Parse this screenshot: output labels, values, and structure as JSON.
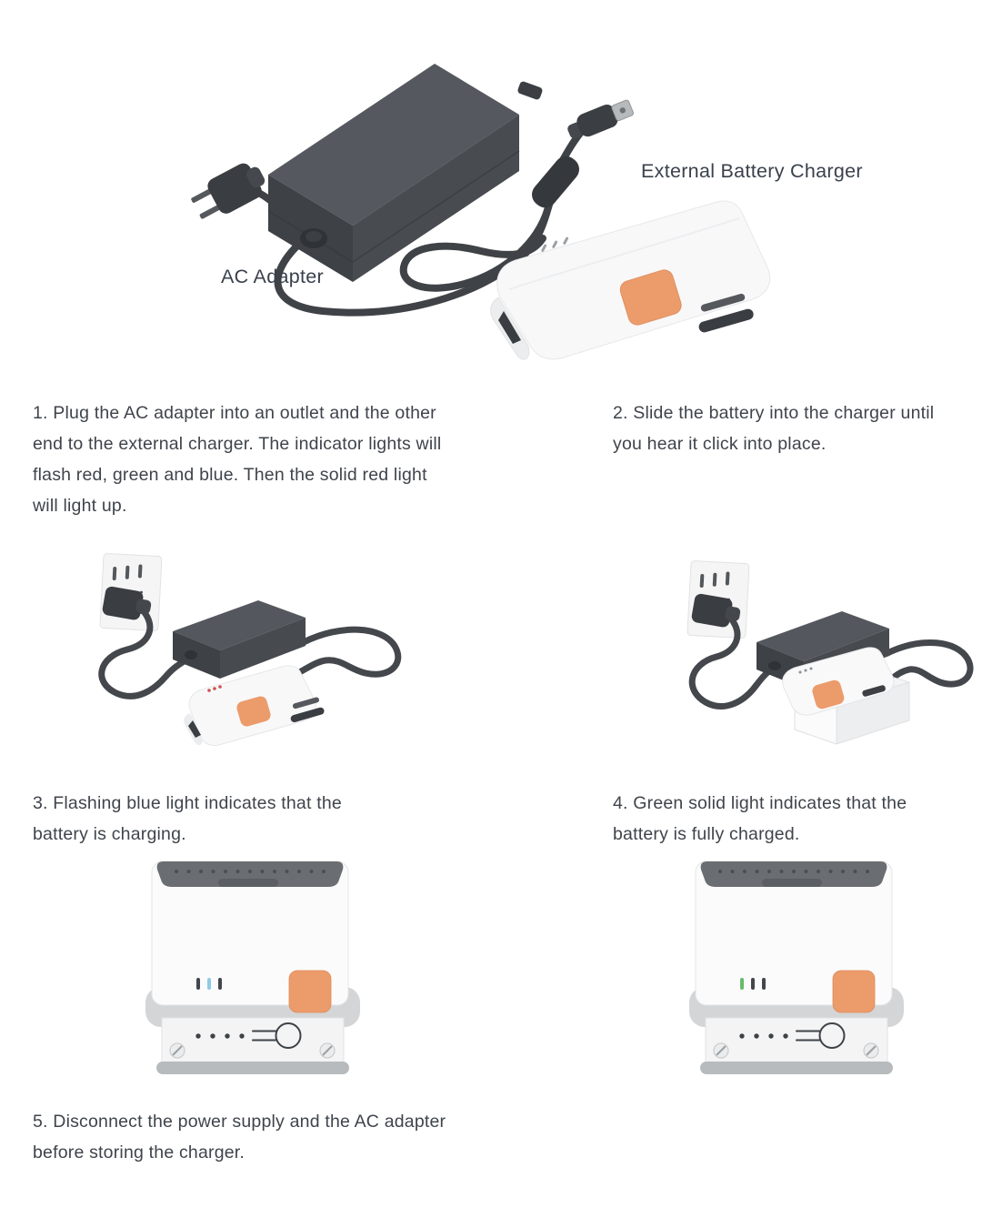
{
  "hero": {
    "ac_adapter_label": "AC Adapter",
    "charger_label": "External Battery Charger"
  },
  "steps": {
    "step1": [
      "1. Plug the AC adapter into an outlet and the other",
      "end to the external charger. The indicator lights will",
      "flash red, green and blue. Then the solid red light",
      "will light up."
    ],
    "step2": [
      "2. Slide the battery into the charger until",
      "you hear it click into place."
    ],
    "step3": [
      "3. Flashing blue light indicates that the",
      "battery is charging."
    ],
    "step4": [
      "4. Green solid light indicates that the",
      "battery is fully charged."
    ],
    "step5": [
      "5. Disconnect the power supply and the AC adapter",
      "before storing the charger."
    ]
  },
  "colors": {
    "body_text": "#3f444b",
    "label_text": "#39414d",
    "latch_orange": "#EC9B6B",
    "led_red": "#C9524A",
    "led_blue": "#8FC9E6",
    "led_green": "#66BB6A",
    "led_off": "#43474C",
    "adapter_dark": "#46494E",
    "charger_white": "#F8F8F9"
  },
  "indicators": {
    "charging": {
      "led1": "#43474C",
      "led2": "#8FC9E6",
      "led3": "#43474C"
    },
    "charged": {
      "led1": "#66BB6A",
      "led2": "#43474C",
      "led3": "#43474C"
    }
  },
  "icons": {
    "led_indicator": "three-bar-led",
    "latch": "orange-release-latch",
    "unlock_key": "line-and-circle-key"
  }
}
